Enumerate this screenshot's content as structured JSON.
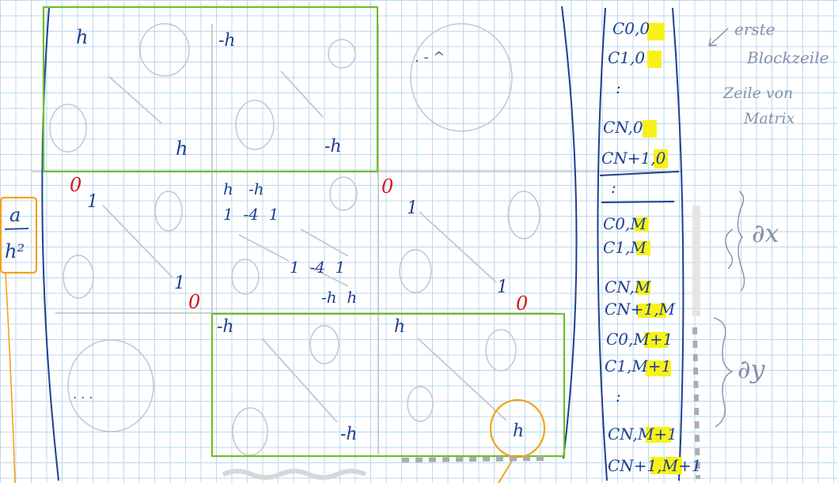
{
  "matrix": {
    "top_left_block": {
      "top_entry": "h",
      "bottom_entry": "h"
    },
    "top_mid_block": {
      "top_entry": "-h",
      "bottom_entry": "-h"
    },
    "top_right_block": {
      "dots": ". - ^"
    },
    "mid_left_block": {
      "zero_top": "0",
      "one_top": "1",
      "one_bottom": "1",
      "zero_bottom": "0"
    },
    "mid_center_block": {
      "row1": "h   -h",
      "row2": "1  -4  1",
      "row3": "1  -4  1",
      "row4": "-h  h"
    },
    "mid_right_block": {
      "zero_top": "0",
      "one_top": "1",
      "one_bottom": "1",
      "zero_bottom": "0"
    },
    "bottom_left_block": {
      "dots": ". . ."
    },
    "bottom_mid_block": {
      "top_entry": "-h",
      "bottom_entry": "-h"
    },
    "bottom_right_block": {
      "top_entry": "h",
      "bottom_entry": "h"
    }
  },
  "factor": {
    "numerator": "a",
    "denominator": "h²"
  },
  "vector": {
    "entries": [
      "C0,0",
      "C1,0",
      ":",
      "CN,0",
      "CN+1,0",
      ":",
      "C0,M",
      "C1,M",
      "CN,M",
      "CN+1,M",
      "C0,M+1",
      "C1,M+1",
      ":",
      "CN,M+1",
      "CN+1,M+1"
    ]
  },
  "annotations": {
    "first_block_row_line1": "erste",
    "first_block_row_line2": "Blockzeile",
    "matrix_row_line1": "Zeile von",
    "matrix_row_line2": "Matrix",
    "dx": "∂x",
    "dy": "∂y"
  },
  "colors": {
    "ink_blue": "#1f3f8f",
    "pencil_gray": "#9aa0a6",
    "block_green": "#6cc02a",
    "zero_red": "#d8141c",
    "highlight_yellow": "#f6f21a",
    "circle_orange": "#f3a21b",
    "grid_blue": "#b9d8ef"
  }
}
